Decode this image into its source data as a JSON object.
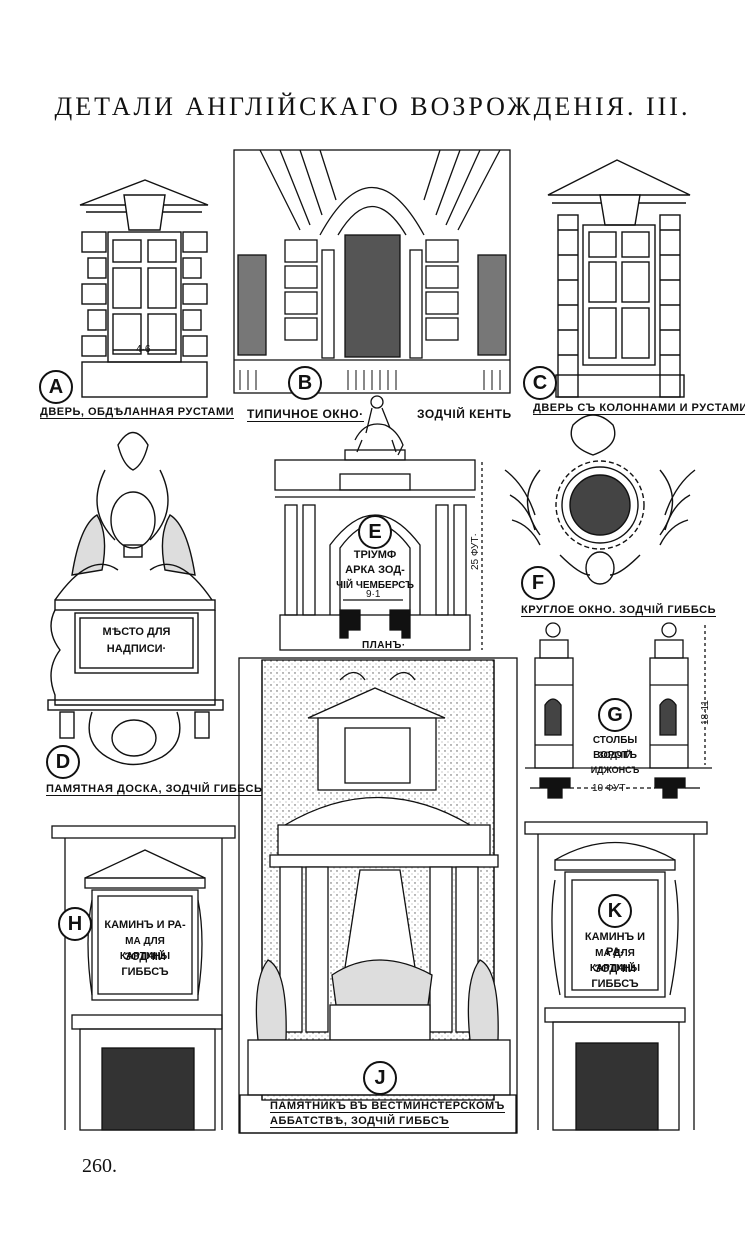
{
  "title": "ДЕТАЛИ АНГЛIЙСКАГО ВОЗРОЖДЕНIЯ. III.",
  "page_number": "260.",
  "plates": {
    "A": {
      "letter": "A",
      "caption": "ДВЕРЬ, ОБДѢЛАННАЯ РУСТАМИ",
      "dimension": "4·6"
    },
    "B": {
      "letter": "B",
      "caption": "ТИПИЧНОЕ ОКНО·",
      "caption2": "ЗОДЧIЙ КЕНТЬ"
    },
    "C": {
      "letter": "C",
      "caption": "ДВЕРЬ СЪ КОЛОННАМИ И РУСТАМИ·"
    },
    "D": {
      "letter": "D",
      "caption": "ПАМЯТНАЯ ДОСКА, ЗОДЧIЙ ГИББСЬ",
      "inscription_1": "МѢСТО ДЛЯ",
      "inscription_2": "НАДПИСИ·"
    },
    "E": {
      "letter": "E",
      "label_1": "ТРIУМФ",
      "label_2": "АРКА ЗОД-",
      "label_3": "ЧIЙ ЧЕМБЕРСЪ",
      "dimension": "9·1",
      "height": "25 ФУТ·",
      "plan": "ПЛАНЪ·"
    },
    "F": {
      "letter": "F",
      "caption": "КРУГЛОЕ ОКНО. ЗОДЧIЙ ГИББСЬ"
    },
    "G": {
      "letter": "G",
      "label_1": "СТОЛБЫ ВОРОТЪ",
      "label_2": "ЗОДЧIЙ ИДЖОНСЪ",
      "height": "18·11",
      "width": "10 ФУТ·"
    },
    "H": {
      "letter": "H",
      "label_1": "КАМИНЪ И РА-",
      "label_2": "МА ДЛЯ КАРТИНЫ",
      "label_3": "ЗОДЧIЙ ГИББСЪ"
    },
    "J": {
      "letter": "J",
      "caption_1": "ПАМЯТНИКЪ ВЪ ВЕСТМИНСТЕРСКОМЪ",
      "caption_2": "АББАТСТВѢ, ЗОДЧIЙ ГИББСЪ"
    },
    "K": {
      "letter": "K",
      "label_1": "КАМИНЪ И РА-",
      "label_2": "МА ДЛЯ КАРТИНЫ",
      "label_3": "ЗОДЧIЙ ГИББСЪ"
    }
  }
}
